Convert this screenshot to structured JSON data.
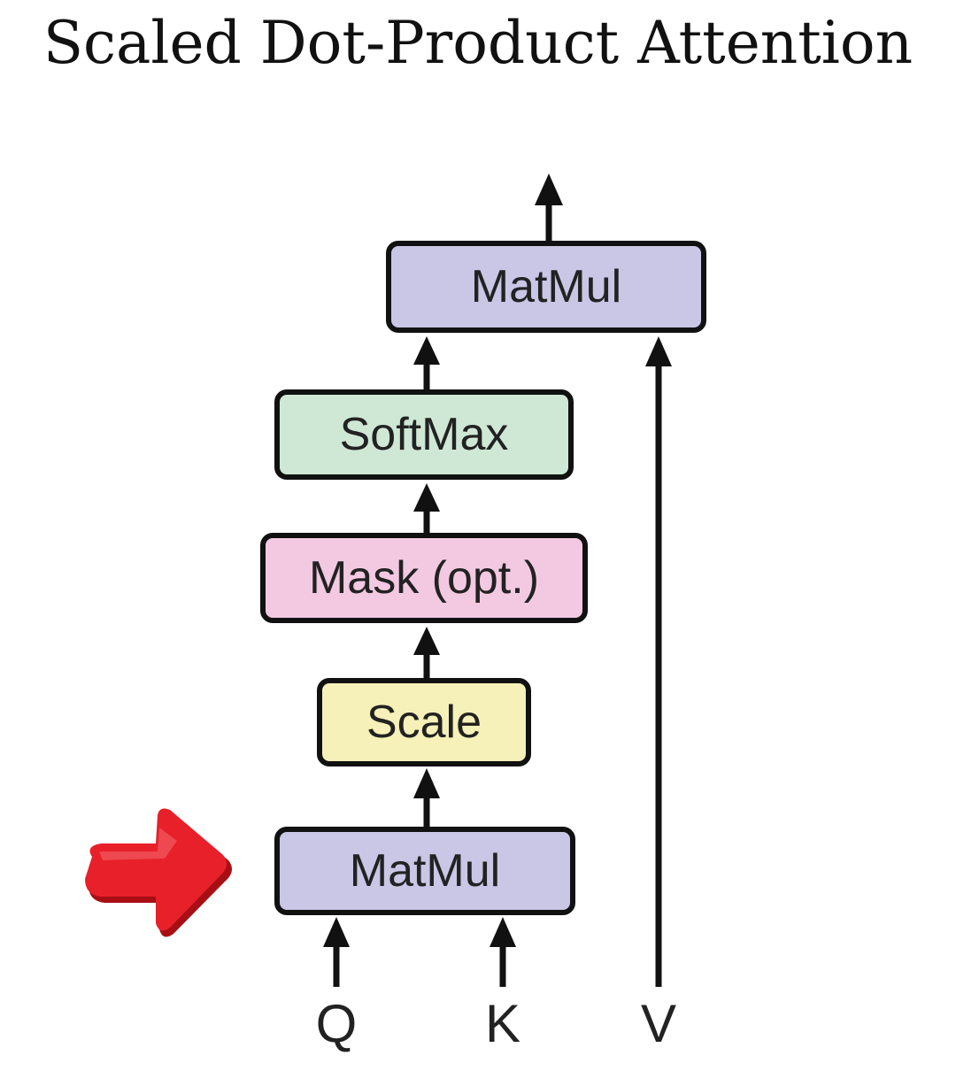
{
  "title": "Scaled Dot-Product Attention",
  "nodes": {
    "matmul_top": {
      "label": "MatMul",
      "color": "#c9c6e6"
    },
    "softmax": {
      "label": "SoftMax",
      "color": "#cfe8d6"
    },
    "mask": {
      "label": "Mask (opt.)",
      "color": "#f3c9e2"
    },
    "scale": {
      "label": "Scale",
      "color": "#f5f1b8"
    },
    "matmul_bottom": {
      "label": "MatMul",
      "color": "#c9c6e6"
    }
  },
  "inputs": {
    "q": "Q",
    "k": "K",
    "v": "V"
  },
  "pointer": {
    "icon": "red-arrow-icon",
    "color": "#e8202a",
    "target": "matmul_bottom"
  }
}
